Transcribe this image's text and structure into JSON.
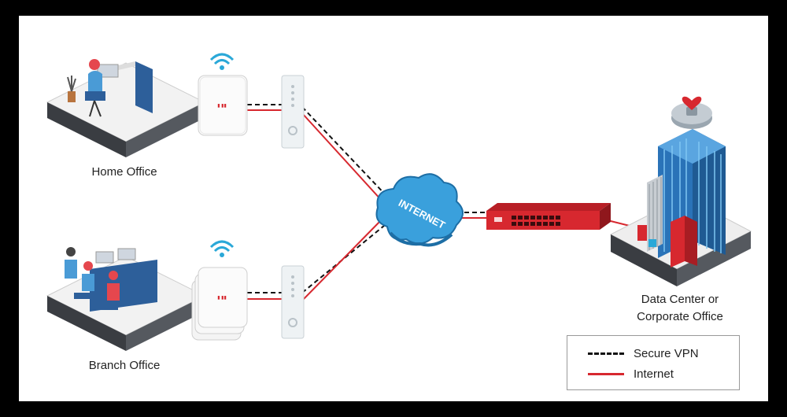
{
  "nodes": {
    "home_office": "Home Office",
    "branch_office": "Branch Office",
    "data_center_line1": "Data Center or",
    "data_center_line2": "Corporate Office",
    "internet_cloud": "INTERNET"
  },
  "legend": {
    "vpn": "Secure VPN",
    "internet": "Internet"
  },
  "colors": {
    "internet_line": "#d7282f",
    "vpn_line": "#111111",
    "firewall": "#d7282f",
    "cloud": "#3aa0dc",
    "building": "#2a73b8"
  }
}
